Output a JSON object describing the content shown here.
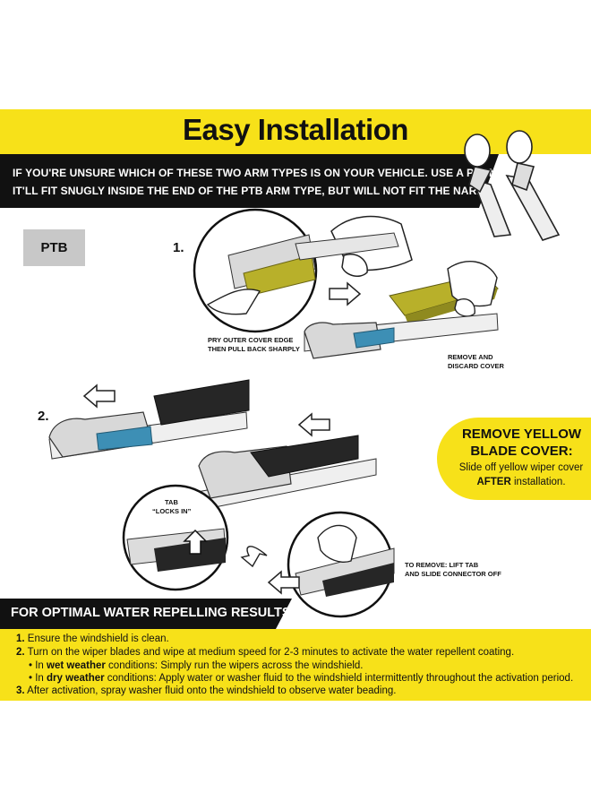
{
  "title": "Easy Installation",
  "intro": {
    "line1": "IF YOU'RE UNSURE WHICH OF THESE TWO ARM TYPES IS ON YOUR VEHICLE. USE A PENNY.",
    "line2": "IT'LL FIT SNUGLY INSIDE THE END OF THE PTB ARM TYPE, BUT WILL NOT FIT THE NARROW PTB"
  },
  "arm_type_label": "PTB",
  "steps": {
    "step1_number": "1.",
    "step2_number": "2.",
    "pry_caption_1": "PRY OUTER COVER EDGE",
    "pry_caption_2": "THEN PULL BACK SHARPLY",
    "remove_caption_1": "REMOVE AND",
    "remove_caption_2": "DISCARD COVER",
    "tab_caption_1": "TAB",
    "tab_caption_2": "“LOCKS IN”",
    "to_remove_1": "TO REMOVE: LIFT TAB",
    "to_remove_2": "AND SLIDE CONNECTOR OFF"
  },
  "callout": {
    "title_1": "REMOVE YELLOW",
    "title_2": "BLADE COVER:",
    "text_1": "Slide off yellow wiper cover",
    "text_2_bold": "AFTER",
    "text_2_rest": " installation."
  },
  "results": {
    "heading": "FOR OPTIMAL WATER REPELLING RESULTS:",
    "item1_num": "1.",
    "item1": " Ensure the windshield is clean.",
    "item2_num": "2.",
    "item2": " Turn on the wiper blades and wipe at medium speed for 2-3 minutes to activate the water repellent coating.",
    "sub1_pre": "In ",
    "sub1_bold": "wet weather",
    "sub1_rest": " conditions: Simply run the wipers across the windshield.",
    "sub2_pre": "In ",
    "sub2_bold": "dry weather",
    "sub2_rest": " conditions: Apply water or washer fluid to the windshield intermittently throughout the activation period.",
    "item3_num": "3.",
    "item3": " After activation, spray washer fluid onto the windshield to observe water beading."
  },
  "colors": {
    "brand_yellow": "#f7e119",
    "band_black": "#111111",
    "blade_cover_yellow": "#b8b02a",
    "connector_blue": "#3d8fb5",
    "badge_gray": "#c8c8c8"
  },
  "icons": [
    "penny-arm-illustration",
    "hand-icon",
    "arrow-right-icon",
    "arrow-left-icon",
    "arrow-up-icon",
    "curved-arrow-icon",
    "wiper-connector-illustration"
  ]
}
